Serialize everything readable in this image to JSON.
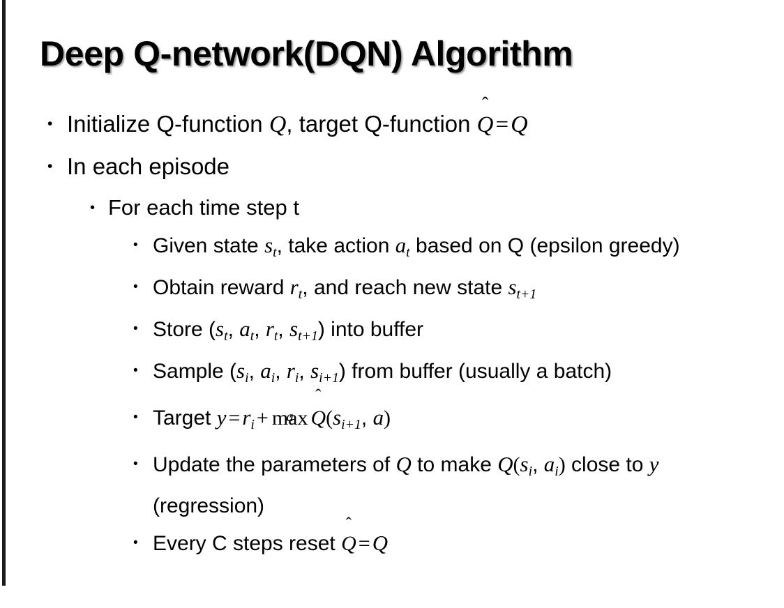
{
  "slide": {
    "title": "Deep Q-network(DQN) Algorithm",
    "background_color": "#ffffff",
    "text_color": "#000000",
    "accent_border_color": "#1a1a1a",
    "bullet_glyph": "•"
  },
  "bullets": {
    "l1_initialize": {
      "prefix": "Initialize Q-function ",
      "var_q": "Q",
      "mid": ", target Q-function ",
      "qhat": "Q",
      "hat": "̂",
      "equals": "=",
      "var_q2": "Q"
    },
    "l1_in_each_episode": "In each episode",
    "l2_for_each_time_step": "For each time step t",
    "l3_given_state": {
      "p1": "Given state ",
      "s": "s",
      "s_sub": "t",
      "p2": ", take action ",
      "a": "a",
      "a_sub": "t",
      "p3": " based on Q (epsilon greedy)"
    },
    "l3_obtain_reward": {
      "p1": "Obtain reward ",
      "r": "r",
      "r_sub": "t",
      "p2": ", and reach new state ",
      "s": "s",
      "s_sub": "t+1"
    },
    "l3_store": {
      "p1": "Store (",
      "s1": "s",
      "s1_sub": "t",
      "c1": ", ",
      "a1": "a",
      "a1_sub": "t",
      "c2": ", ",
      "r1": "r",
      "r1_sub": "t",
      "c3": ", ",
      "s2": "s",
      "s2_sub": "t+1",
      "p2": ") into buffer"
    },
    "l3_sample": {
      "p1": "Sample (",
      "s1": "s",
      "s1_sub": "i",
      "c1": ", ",
      "a1": "a",
      "a1_sub": "i",
      "c2": ", ",
      "r1": "r",
      "r1_sub": "i",
      "c3": ", ",
      "s2": "s",
      "s2_sub": "i+1",
      "p2": ") from buffer (usually a batch)"
    },
    "l3_target": {
      "p1": "Target ",
      "y": "y",
      "eq": "=",
      "r": "r",
      "r_sub": "i",
      "plus": "+",
      "max": "max",
      "max_limit": "a",
      "qhat": "Q",
      "hat": "̂",
      "open": "(",
      "s": "s",
      "s_sub": "i+1",
      "comma": ", ",
      "a": "a",
      "close": ")"
    },
    "l3_update": {
      "p1": "Update the parameters of ",
      "q1": "Q",
      "p2": " to make ",
      "q2": "Q",
      "open": "(",
      "s": "s",
      "s_sub": "i",
      "comma": ", ",
      "a": "a",
      "a_sub": "i",
      "close": ")",
      "p3": " close to ",
      "y": "y",
      "p4": " (regression)"
    },
    "l3_every_c_steps": {
      "p1": "Every C steps reset ",
      "qhat": "Q",
      "hat": "̂",
      "eq": "=",
      "q": "Q"
    }
  }
}
